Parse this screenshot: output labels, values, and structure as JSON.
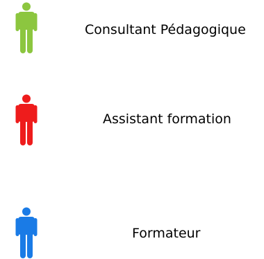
{
  "roles": [
    {
      "label": "Consultant Pédagogique",
      "color": "#8cc63f",
      "icon": "person-icon"
    },
    {
      "label": "Assistant formation",
      "color": "#ee1c1c",
      "icon": "person-icon"
    },
    {
      "label": "Formateur",
      "color": "#1a7be6",
      "icon": "person-icon"
    }
  ]
}
